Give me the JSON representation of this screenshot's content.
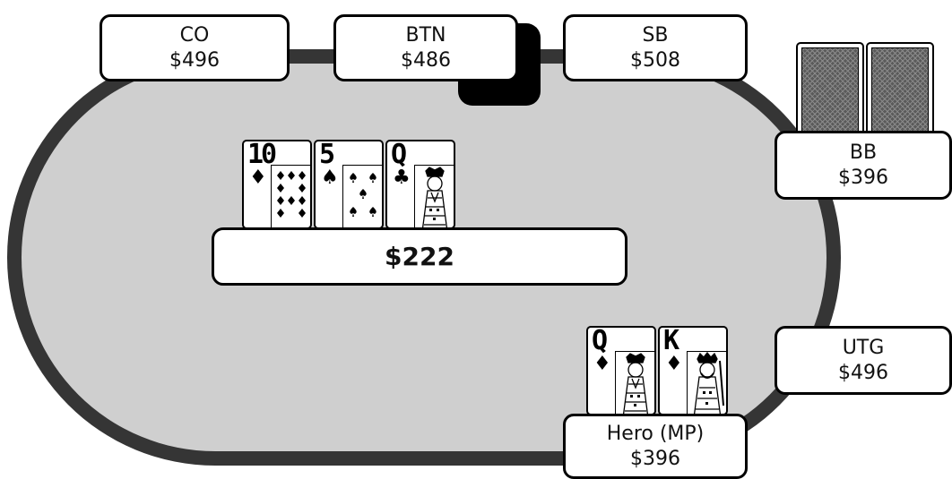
{
  "seats": {
    "co": {
      "position": "CO",
      "stack": "$496"
    },
    "btn": {
      "position": "BTN",
      "stack": "$486"
    },
    "sb": {
      "position": "SB",
      "stack": "$508"
    },
    "bb": {
      "position": "BB",
      "stack": "$396"
    },
    "utg": {
      "position": "UTG",
      "stack": "$496"
    },
    "hero": {
      "position": "Hero (MP)",
      "stack": "$396"
    }
  },
  "pot": "$222",
  "board": [
    {
      "rank": "10",
      "suit": "♦",
      "suit_name": "diamonds"
    },
    {
      "rank": "5",
      "suit": "♠",
      "suit_name": "spades"
    },
    {
      "rank": "Q",
      "suit": "♣",
      "suit_name": "clubs"
    }
  ],
  "hero_cards": [
    {
      "rank": "Q",
      "suit": "♦",
      "suit_name": "diamonds"
    },
    {
      "rank": "K",
      "suit": "♦",
      "suit_name": "diamonds"
    }
  ],
  "colors": {
    "felt": "#cfcfcf",
    "rail": "#353535",
    "outline": "#000000",
    "card_back": "#5a5a5a"
  },
  "icons": {
    "dealer_button": "dealer-button-icon",
    "card_back": "card-back-icon"
  }
}
